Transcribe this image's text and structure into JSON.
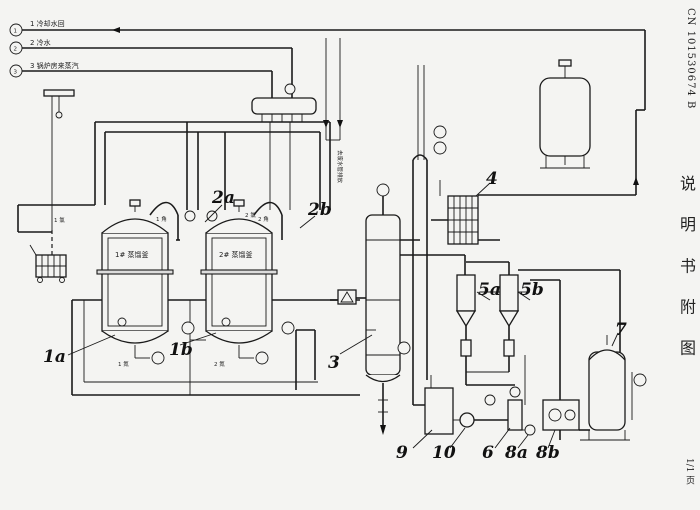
{
  "patent_number": "CN 101530674 B",
  "sheet_title": "说 明 书 附 图",
  "page_number": "1/1 页",
  "pipe_labels": {
    "line1": "1 冷却水回",
    "line2": "2 冷水",
    "line3": "3 锅炉房来蒸汽",
    "drain": "去废水管排放"
  },
  "vessel_labels": {
    "v1a": "1# 蒸馏釜",
    "v1b": "2# 蒸馏釜"
  },
  "component_labels": {
    "c1a": "1a",
    "c1b": "1b",
    "c2a": "2a",
    "c2b": "2b",
    "c3": "3",
    "c4": "4",
    "c5a": "5a",
    "c5b": "5b",
    "c6": "6",
    "c7": "7",
    "c8a": "8a",
    "c8b": "8b",
    "c9": "9",
    "c10": "10"
  },
  "tags": {
    "t1": "1 角",
    "t2": "2 角",
    "t3": "1 氮",
    "t4": "2 氮",
    "t5": "1 氯",
    "t6": "2 氯"
  }
}
